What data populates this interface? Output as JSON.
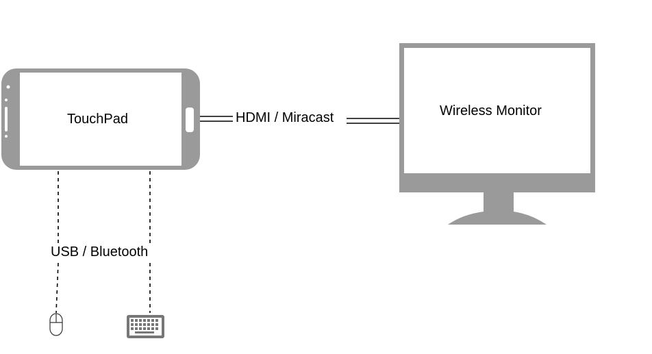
{
  "diagram": {
    "nodes": {
      "touchpad": {
        "label": "TouchPad",
        "icon": "tablet-device-icon"
      },
      "monitor": {
        "label": "Wireless Monitor",
        "icon": "monitor-icon"
      },
      "mouse": {
        "icon": "mouse-icon"
      },
      "keyboard": {
        "icon": "keyboard-icon"
      }
    },
    "edges": {
      "display_link": {
        "label": "HDMI / Miracast",
        "style": "double-line"
      },
      "input_link": {
        "label": "USB / Bluetooth",
        "style": "dashed"
      }
    },
    "colors": {
      "device_gray": "#9a9a9a",
      "line": "#000000",
      "background": "#ffffff"
    }
  }
}
